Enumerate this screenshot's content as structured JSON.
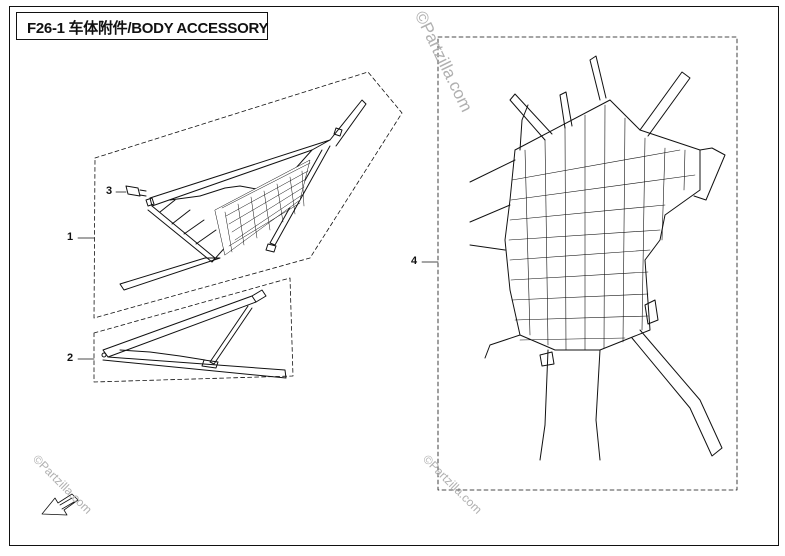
{
  "header": {
    "title": "F26-1  车体附件/BODY ACCESSORY"
  },
  "callouts": {
    "part1": "1",
    "part2": "2",
    "part3": "3",
    "part4": "4"
  },
  "watermarks": {
    "main": "©Partzilla.com",
    "bottom_left": "©Partzilla.com",
    "bottom_right": "©Partzilla.com"
  },
  "colors": {
    "line": "#111111",
    "watermark": "#b0b0b0"
  }
}
